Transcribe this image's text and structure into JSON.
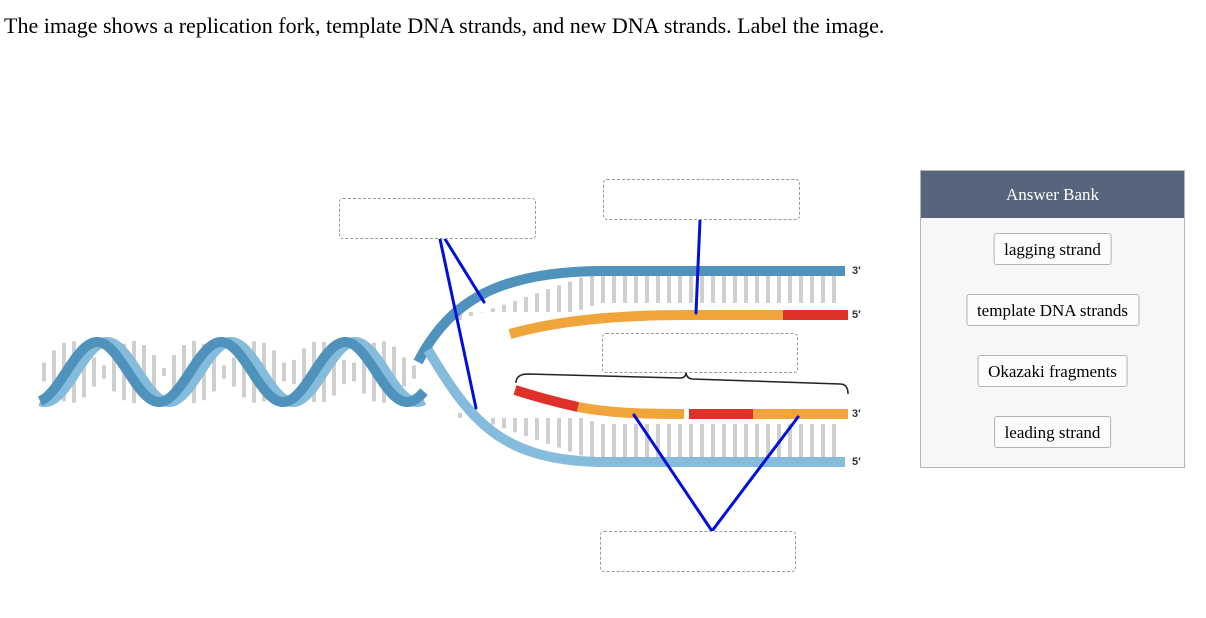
{
  "question": "The image shows a replication fork, template DNA strands, and new DNA strands. Label the image.",
  "diagram": {
    "end_labels": {
      "top_template": "3′",
      "top_new": "5′",
      "bottom_new": "3′",
      "bottom_template": "5′"
    },
    "colors": {
      "template_dark": "#4f93bd",
      "template_light": "#86bcdb",
      "new_strand": "#f0a53a",
      "primer": "#e0302a",
      "pointer": "#0010d8",
      "base_pairs": "#cfcfcf"
    }
  },
  "answer_bank": {
    "title": "Answer Bank",
    "items": [
      "lagging strand",
      "template DNA strands",
      "Okazaki fragments",
      "leading strand"
    ]
  }
}
